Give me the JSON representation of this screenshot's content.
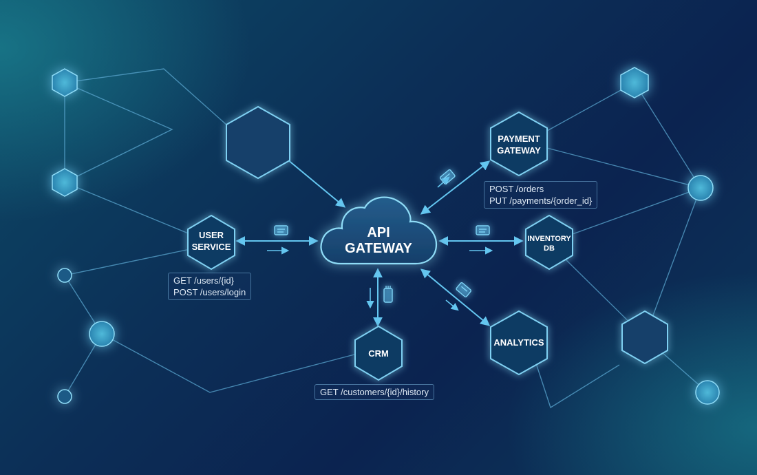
{
  "nodes": {
    "gateway": {
      "line1": "API",
      "line2": "GATEWAY"
    },
    "user_service": {
      "line1": "USER",
      "line2": "SERVICE"
    },
    "payment_gateway": {
      "line1": "PAYMENT",
      "line2": "GATEWAY"
    },
    "inventory_db": {
      "line1": "INVENTORY",
      "line2": "DB"
    },
    "crm": {
      "label": "CRM"
    },
    "analytics": {
      "label": "ANALYTICS"
    }
  },
  "endpoints": {
    "user_service": [
      "GET /users/{id}",
      "POST /users/login"
    ],
    "payment_gateway": [
      "POST /orders",
      "PUT /payments/{order_id}"
    ],
    "crm": [
      "GET /customers/{id}/history"
    ]
  },
  "colors": {
    "accent": "#5fc4ee",
    "node_fill": "#0f3a63",
    "glow": "#4fc3f7",
    "line": "#6ab8dc",
    "background_dark": "#0b2350",
    "background_teal": "#1f8f9c"
  },
  "icons": [
    "cloud-icon",
    "data-packet-icon",
    "hexagon-node-icon",
    "circle-node-icon"
  ]
}
